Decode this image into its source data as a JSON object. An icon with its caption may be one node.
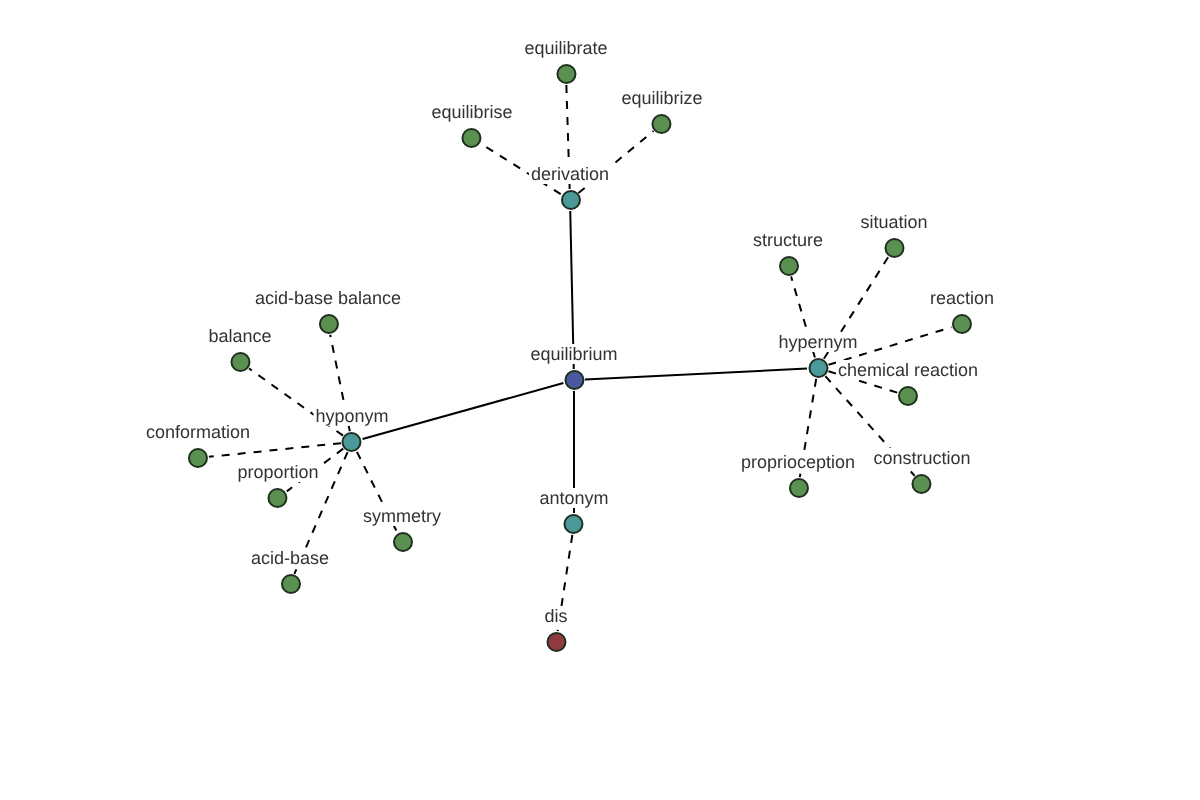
{
  "diagram": {
    "nodes": [
      {
        "text": [
          "equilibrium"
        ]
      },
      {
        "text": [
          "derivation"
        ]
      },
      {
        "text": [
          "hypernym"
        ]
      },
      {
        "text": [
          "hyponym"
        ]
      },
      {
        "text": [
          "antonym"
        ]
      },
      {
        "text": [
          "dis"
        ]
      },
      {
        "text": [
          "equilibrate"
        ]
      },
      {
        "text": [
          "equilibrise"
        ]
      },
      {
        "text": [
          "equilibrize"
        ]
      },
      {
        "text": [
          "structure"
        ]
      },
      {
        "text": [
          "situation"
        ]
      },
      {
        "text": [
          "reaction"
        ]
      },
      {
        "text": [
          "chemical reaction"
        ]
      },
      {
        "text": [
          "proprioception"
        ]
      },
      {
        "text": [
          "construction"
        ]
      },
      {
        "text": [
          "acid-base balance"
        ]
      },
      {
        "text": [
          "balance"
        ]
      },
      {
        "text": [
          "conformation"
        ]
      },
      {
        "text": [
          "proportion"
        ]
      },
      {
        "text": [
          "symmetry"
        ]
      },
      {
        "text": [
          "acid-base"
        ]
      }
    ],
    "edges": [
      {
        "from": 0,
        "to": 1,
        "arrow": "none"
      },
      {
        "from": 0,
        "to": 2,
        "arrow": "none"
      },
      {
        "from": 0,
        "to": 3,
        "arrow": "none"
      },
      {
        "from": 0,
        "to": 4,
        "arrow": "none"
      },
      {
        "from": 4,
        "to": 5,
        "arrow": "none",
        "style": "dashed"
      },
      {
        "from": 1,
        "to": 6,
        "arrow": "none",
        "style": "dashed"
      },
      {
        "from": 1,
        "to": 7,
        "arrow": "none",
        "style": "dashed"
      },
      {
        "from": 1,
        "to": 8,
        "arrow": "none",
        "style": "dashed"
      },
      {
        "from": 2,
        "to": 9,
        "arrow": "none",
        "style": "dashed"
      },
      {
        "from": 2,
        "to": 10,
        "arrow": "none",
        "style": "dashed"
      },
      {
        "from": 2,
        "to": 11,
        "arrow": "none",
        "style": "dashed"
      },
      {
        "from": 2,
        "to": 12,
        "arrow": "none",
        "style": "dashed"
      },
      {
        "from": 2,
        "to": 13,
        "arrow": "none",
        "style": "dashed"
      },
      {
        "from": 2,
        "to": 14,
        "arrow": "none",
        "style": "dashed"
      },
      {
        "from": 3,
        "to": 15,
        "arrow": "none",
        "style": "dashed"
      },
      {
        "from": 3,
        "to": 16,
        "arrow": "none",
        "style": "dashed"
      },
      {
        "from": 3,
        "to": 17,
        "arrow": "none",
        "style": "dashed"
      },
      {
        "from": 3,
        "to": 18,
        "arrow": "none",
        "style": "dashed"
      },
      {
        "from": 3,
        "to": 19,
        "arrow": "none",
        "style": "dashed"
      },
      {
        "from": 3,
        "to": 20,
        "arrow": "none",
        "style": "dashed"
      }
    ]
  }
}
